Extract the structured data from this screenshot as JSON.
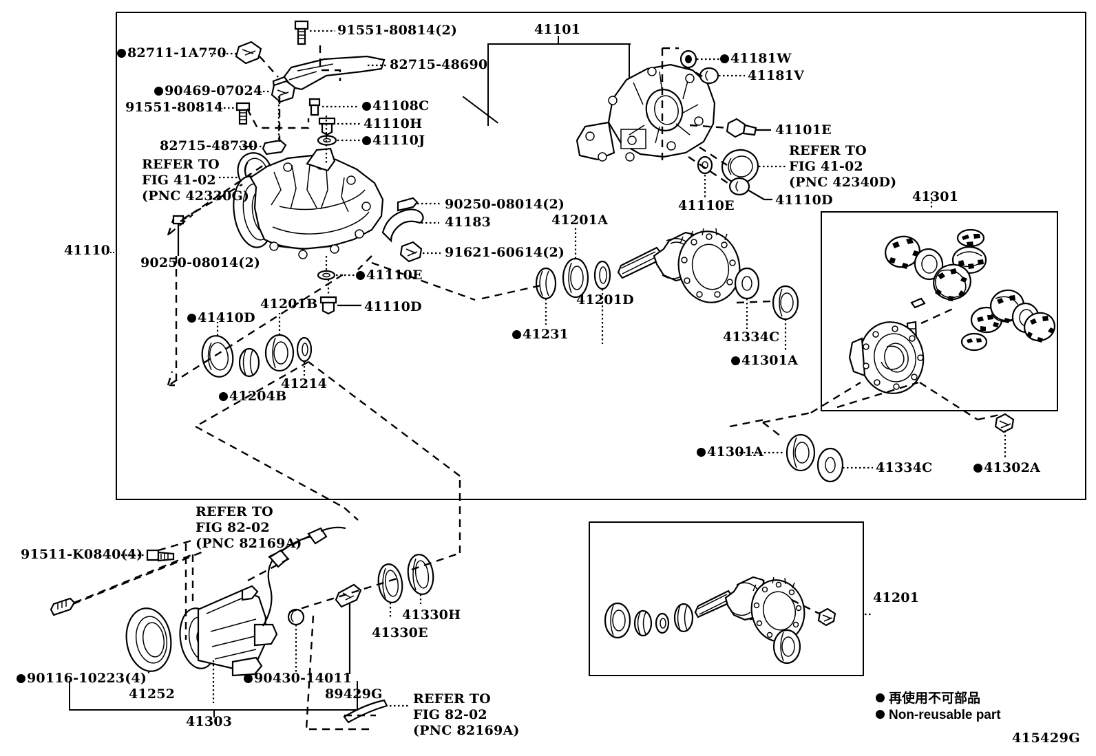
{
  "diagram": {
    "drawing_number": "415429G",
    "main_group_label": "41110",
    "housing_label": "41101"
  },
  "legend": {
    "japanese": "再使用不可部品",
    "english": "Non-reusable part"
  },
  "labels": {
    "l_82711_1A770": {
      "text": "82711-1A770",
      "nonreusable": true
    },
    "l_91551_80814_2": {
      "text": "91551-80814(2)",
      "nonreusable": false
    },
    "l_82715_48690": {
      "text": "82715-48690",
      "nonreusable": false
    },
    "l_90469_07024": {
      "text": "90469-07024",
      "nonreusable": true
    },
    "l_91551_80814": {
      "text": "91551-80814",
      "nonreusable": false
    },
    "l_82715_48730": {
      "text": "82715-48730",
      "nonreusable": false
    },
    "l_41108C": {
      "text": "41108C",
      "nonreusable": true
    },
    "l_41110H": {
      "text": "41110H",
      "nonreusable": false
    },
    "l_41110J": {
      "text": "41110J",
      "nonreusable": true
    },
    "l_41101": {
      "text": "41101",
      "nonreusable": false
    },
    "l_41181W": {
      "text": "41181W",
      "nonreusable": true
    },
    "l_41181V": {
      "text": "41181V",
      "nonreusable": false
    },
    "l_41101E": {
      "text": "41101E",
      "nonreusable": false
    },
    "l_41110E_r": {
      "text": "41110E",
      "nonreusable": false
    },
    "l_41110D_r": {
      "text": "41110D",
      "nonreusable": false
    },
    "l_41301": {
      "text": "41301",
      "nonreusable": false
    },
    "l_41110": {
      "text": "41110",
      "nonreusable": false
    },
    "l_90250_08014_a": {
      "text": "90250-08014(2)",
      "nonreusable": false
    },
    "l_90250_08014_b": {
      "text": "90250-08014(2)",
      "nonreusable": false
    },
    "l_41183": {
      "text": "41183",
      "nonreusable": false
    },
    "l_91621_60614": {
      "text": "91621-60614(2)",
      "nonreusable": false
    },
    "l_41110E_c": {
      "text": "41110E",
      "nonreusable": true
    },
    "l_41110D_c": {
      "text": "41110D",
      "nonreusable": false
    },
    "l_41201A": {
      "text": "41201A",
      "nonreusable": false
    },
    "l_41201D": {
      "text": "41201D",
      "nonreusable": false
    },
    "l_41231": {
      "text": "41231",
      "nonreusable": true
    },
    "l_41334C_u": {
      "text": "41334C",
      "nonreusable": false
    },
    "l_41301A_u": {
      "text": "41301A",
      "nonreusable": true
    },
    "l_41301A_l": {
      "text": "41301A",
      "nonreusable": true
    },
    "l_41334C_l": {
      "text": "41334C",
      "nonreusable": false
    },
    "l_41302A": {
      "text": "41302A",
      "nonreusable": true
    },
    "l_41410D": {
      "text": "41410D",
      "nonreusable": true
    },
    "l_41201B": {
      "text": "41201B",
      "nonreusable": false
    },
    "l_41204B": {
      "text": "41204B",
      "nonreusable": true
    },
    "l_41214": {
      "text": "41214",
      "nonreusable": false
    },
    "l_91511_K0840": {
      "text": "91511-K0840(4)",
      "nonreusable": false
    },
    "l_90116_10223": {
      "text": "90116-10223(4)",
      "nonreusable": true
    },
    "l_41252": {
      "text": "41252",
      "nonreusable": false
    },
    "l_41303": {
      "text": "41303",
      "nonreusable": false
    },
    "l_90430_14011": {
      "text": "90430-14011",
      "nonreusable": true
    },
    "l_89429G": {
      "text": "89429G",
      "nonreusable": false
    },
    "l_41330H": {
      "text": "41330H",
      "nonreusable": false
    },
    "l_41330E": {
      "text": "41330E",
      "nonreusable": false
    },
    "l_41201_box": {
      "text": "41201",
      "nonreusable": false
    }
  },
  "refer_notes": {
    "ref_4102_left": {
      "line1": "REFER TO",
      "line2": "FIG 41-02",
      "line3": "(PNC 42330G)"
    },
    "ref_4102_right": {
      "line1": "REFER TO",
      "line2": "FIG 41-02",
      "line3": "(PNC 42340D)"
    },
    "ref_8202_top": {
      "line1": "REFER TO",
      "line2": "FIG 82-02",
      "line3": "(PNC 82169A)"
    },
    "ref_8202_bot": {
      "line1": "REFER TO",
      "line2": "FIG 82-02",
      "line3": "(PNC 82169A)"
    }
  }
}
